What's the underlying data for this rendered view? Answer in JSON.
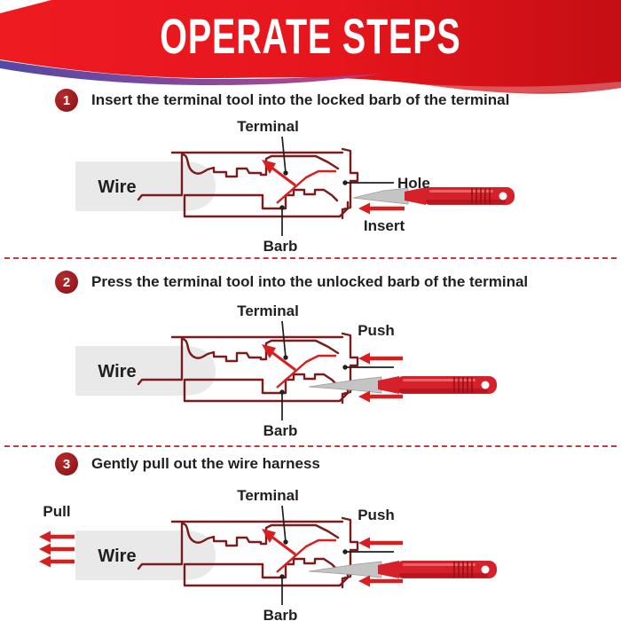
{
  "header": {
    "title": "OPERATE STEPS"
  },
  "colors": {
    "banner_red_light": "#ee1b21",
    "banner_red_dark": "#c50e14",
    "ribbon_purple_1": "#4a3f9e",
    "ribbon_purple_2": "#c13a7a",
    "outline_maroon": "#7c1b1b",
    "bright_red": "#d61f1f",
    "tool_red": "#d6202a",
    "tool_red_dark": "#8f1014",
    "wire_gray": "#e9e9e9",
    "blade_gray": "#c4c4c4",
    "pointer_black": "#1f1f1f",
    "badge_red": "#9e1d20",
    "dash_red": "#c23b3b"
  },
  "steps": [
    {
      "number": "1",
      "instruction": "Insert the terminal tool into the locked barb of the terminal",
      "tool_inserted": false,
      "labels": {
        "terminal": "Terminal",
        "wire": "Wire",
        "barb": "Barb",
        "hole": "Hole",
        "insert": "Insert"
      }
    },
    {
      "number": "2",
      "instruction": "Press the terminal tool into the unlocked barb of the terminal",
      "tool_inserted": true,
      "labels": {
        "terminal": "Terminal",
        "wire": "Wire",
        "barb": "Barb",
        "push": "Push"
      }
    },
    {
      "number": "3",
      "instruction": "Gently pull out the wire harness",
      "tool_inserted": true,
      "labels": {
        "terminal": "Terminal",
        "wire": "Wire",
        "barb": "Barb",
        "push": "Push",
        "pull": "Pull"
      }
    }
  ]
}
